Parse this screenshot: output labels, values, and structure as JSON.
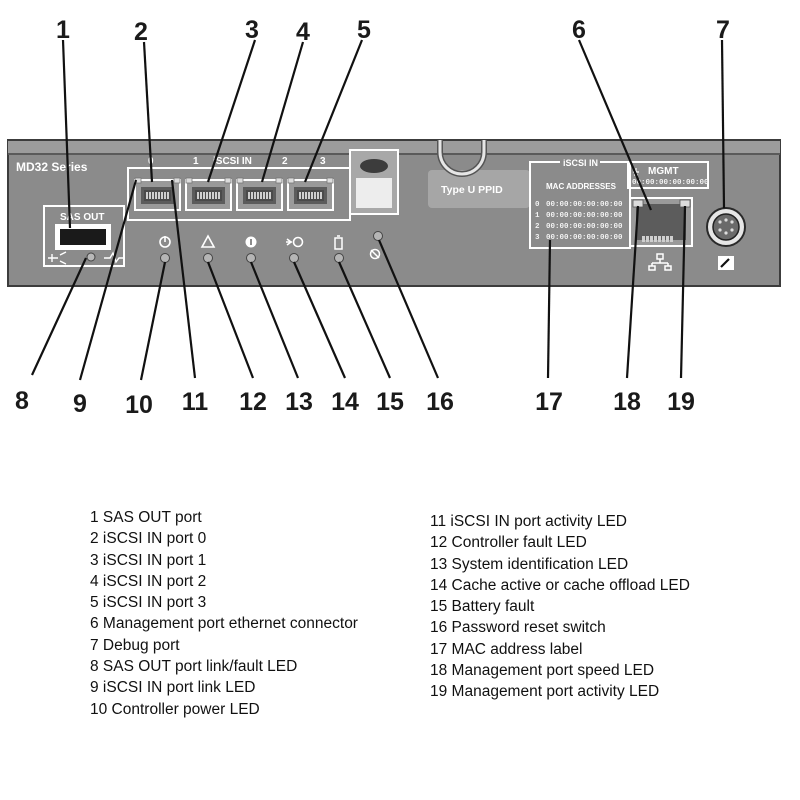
{
  "panel": {
    "series_label": "MD32 Series",
    "sas_out_label": "SAS OUT",
    "iscsi_in_label": "iSCSI IN",
    "port_numbers": [
      "0",
      "1",
      "2",
      "3"
    ],
    "ppid_label": "Type U PPID",
    "mac_title": "iSCSI IN",
    "mac_subtitle": "MAC ADDRESSES",
    "mac_rows": [
      {
        "index": "0",
        "address": "00:00:00:00:00:00"
      },
      {
        "index": "1",
        "address": "00:00:00:00:00:00"
      },
      {
        "index": "2",
        "address": "00:00:00:00:00:00"
      },
      {
        "index": "3",
        "address": "00:00:00:00:00:00"
      }
    ],
    "mgmt_label": "MGMT",
    "mgmt_mac": "00:00:00:00:00:00"
  },
  "callouts": {
    "c1": "1",
    "c2": "2",
    "c3": "3",
    "c4": "4",
    "c5": "5",
    "c6": "6",
    "c7": "7",
    "c8": "8",
    "c9": "9",
    "c10": "10",
    "c11": "11",
    "c12": "12",
    "c13": "13",
    "c14": "14",
    "c15": "15",
    "c16": "16",
    "c17": "17",
    "c18": "18",
    "c19": "19"
  },
  "legend": {
    "left": [
      "1 SAS OUT port",
      "2 iSCSI IN port 0",
      "3 iSCSI IN port 1",
      "4 iSCSI IN port 2",
      "5 iSCSI IN port 3",
      "6 Management port ethernet connector",
      "7 Debug port",
      "8 SAS OUT port link/fault LED",
      "9 iSCSI IN port link LED",
      "10 Controller power LED"
    ],
    "right": [
      "11 iSCSI IN port activity LED",
      "12 Controller fault LED",
      "13 System identification LED",
      "14 Cache active or cache offload LED",
      "15 Battery fault",
      "16 Password reset switch",
      "17 MAC address label",
      "18 Management port speed LED",
      "19 Management port activity LED"
    ]
  },
  "colors": {
    "panel_fill": "#8a8a8a",
    "panel_dark": "#6e6e6e",
    "port_fill": "#d0d0d0",
    "led_fill": "#b5b5b5"
  }
}
